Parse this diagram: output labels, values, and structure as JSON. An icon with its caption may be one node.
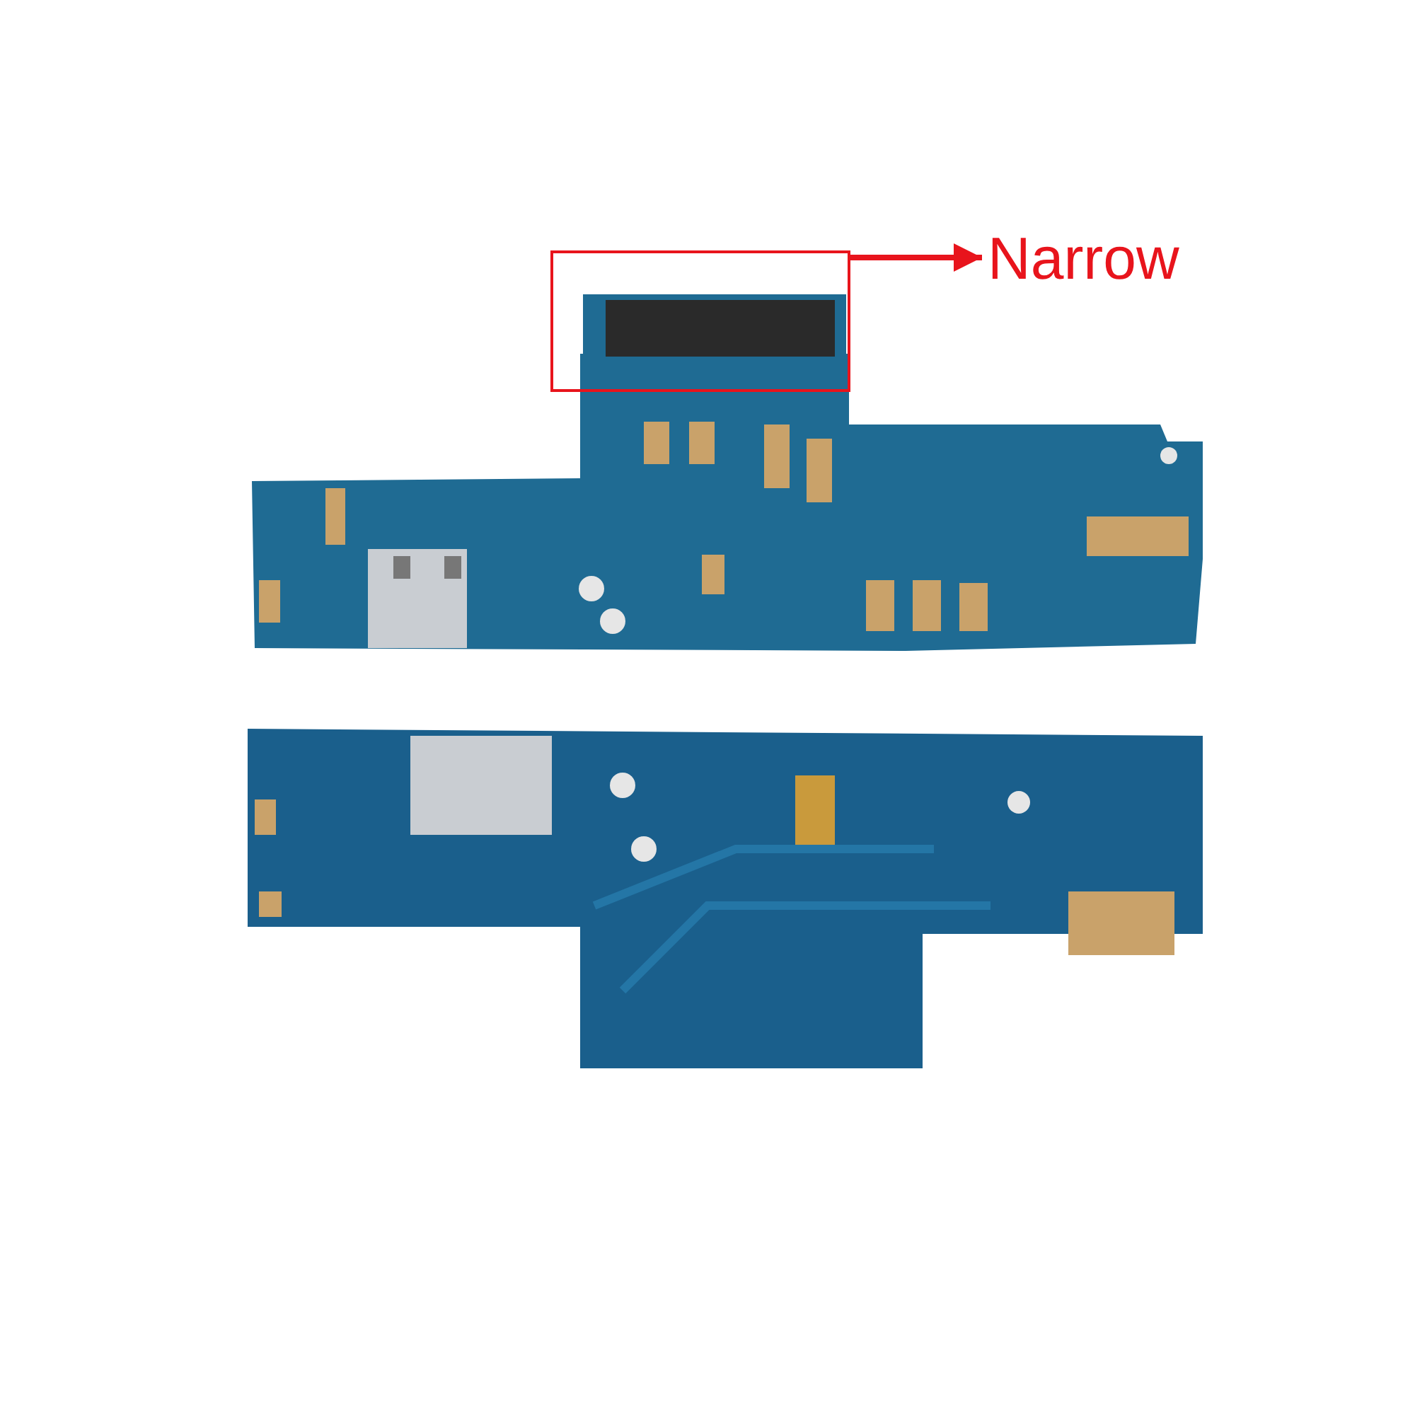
{
  "diagram": {
    "nodes": [
      {
        "text": [],
        "shape": "box"
      },
      {
        "text": [
          "Narrow"
        ]
      }
    ],
    "edges": [
      {
        "from": 0,
        "to": 1,
        "arrow": "to"
      }
    ]
  }
}
